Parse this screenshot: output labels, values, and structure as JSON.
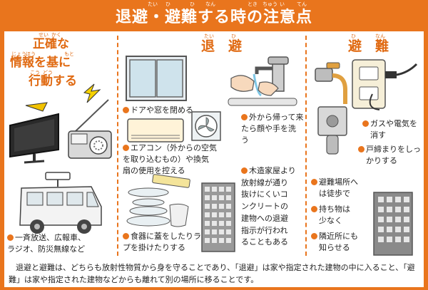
{
  "title": "退避・避難する時の注意点",
  "title_ruby": [
    "たい",
    "ひ",
    "ひ",
    "なん",
    "とき",
    "ちゅう",
    "い",
    "てん"
  ],
  "left": {
    "heading": [
      "正確な",
      "情報を基に",
      "行動する"
    ],
    "heading_ruby": [
      "せい",
      "かく",
      "じょう",
      "ほう",
      "もと",
      "こう",
      "どう"
    ],
    "caption": [
      "一斉放送、広報車、",
      "ラジオ、防災無線など"
    ]
  },
  "middle": {
    "heading": "退　避",
    "heading_ruby": [
      "たい",
      "ひ"
    ],
    "captions": {
      "door": "ドアや窓を閉める",
      "aircon": [
        "エアコン（外からの空気",
        "を取り込むもの）や換気",
        "扇の使用を控える"
      ],
      "wash": [
        "外から帰って来",
        "たら顔や手を洗",
        "う"
      ],
      "food": [
        "食器に蓋をしたりラッ",
        "プを掛けたりする"
      ],
      "building": [
        "木造家屋より",
        "放射線が通り",
        "抜けにくいコ",
        "ンクリートの",
        "建物への退避",
        "指示が行われ",
        "ることもある"
      ]
    }
  },
  "right": {
    "heading": "避　難",
    "heading_ruby": [
      "ひ",
      "なん"
    ],
    "captions": {
      "gas": [
        "ガスや電気を",
        "消す"
      ],
      "lock": [
        "戸締まりをしっ",
        "かりする"
      ],
      "walk": [
        "避難場所へ",
        "は徒歩で"
      ],
      "belongings": [
        "持ち物は",
        "少なく"
      ],
      "neighbor": [
        "隣近所にも",
        "知らせる"
      ]
    }
  },
  "footer": [
    "退避と避難は、どちらも放射性物質から身を守ることであり、「退避」は家や指定された建物の中に入ること、「避",
    "難」は家や指定された建物などからも離れて別の場所に移ることです。"
  ],
  "colors": {
    "accent": "#e9751d",
    "heading": "#e06a12",
    "tv": "#2a2a2a",
    "building": "#8a8a8a"
  }
}
